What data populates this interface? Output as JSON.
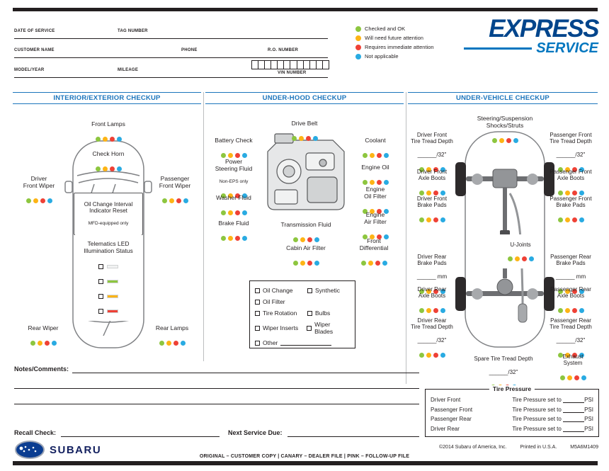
{
  "header": {
    "fields": {
      "date_of_service": "DATE OF SERVICE",
      "tag_number": "TAG NUMBER",
      "customer_name": "CUSTOMER NAME",
      "phone": "PHONE",
      "ro_number": "R.O. NUMBER",
      "model_year": "MODEL/YEAR",
      "mileage": "MILEAGE",
      "vin_number": "VIN NUMBER"
    },
    "logo": {
      "express": "EXPRESS",
      "service": "SERVICE"
    }
  },
  "legend": {
    "items": [
      {
        "label": "Checked and OK",
        "color": "#8dc63f"
      },
      {
        "label": "Will need future attention",
        "color": "#fdb415"
      },
      {
        "label": "Requires immediate attention",
        "color": "#ef4136"
      },
      {
        "label": "Not applicable",
        "color": "#29abe2"
      }
    ]
  },
  "interior": {
    "title": "INTERIOR/EXTERIOR CHECKUP",
    "front_lamps": "Front Lamps",
    "check_horn": "Check Horn",
    "driver_front_wiper": "Driver\nFront Wiper",
    "passenger_front_wiper": "Passenger\nFront Wiper",
    "oil_reset_main": "Oil Change Interval\nIndicator Reset",
    "oil_reset_sub": "MFD-equipped only",
    "telematics_label": "Telematics LED\nIllumination Status",
    "telematics_leds": [
      "#f1f2f2",
      "#8dc63f",
      "#fdb415",
      "#ef4136"
    ],
    "rear_wiper": "Rear Wiper",
    "rear_lamps": "Rear Lamps"
  },
  "underhood": {
    "title": "UNDER-HOOD CHECKUP",
    "drive_belt": "Drive Belt",
    "battery_check": "Battery Check",
    "power_steering": "Power\nSteering Fluid",
    "power_steering_sub": "Non-EPS only",
    "washer_fluid": "Washer Fluid",
    "brake_fluid": "Brake Fluid",
    "coolant": "Coolant",
    "engine_oil": "Engine Oil",
    "engine_oil_filter": "Engine\nOil Filter",
    "engine_air_filter": "Engine\nAir Filter",
    "transmission_fluid": "Transmission Fluid",
    "front_differential": "Front\nDifferential",
    "cabin_air_filter": "Cabin Air Filter",
    "services": {
      "oil_change": "Oil Change",
      "synthetic": "Synthetic",
      "oil_filter": "Oil Filter",
      "tire_rotation": "Tire Rotation",
      "bulbs": "Bulbs",
      "wiper_inserts": "Wiper Inserts",
      "wiper_blades": "Wiper Blades",
      "other": "Other"
    }
  },
  "undervehicle": {
    "title": "UNDER-VEHICLE CHECKUP",
    "steering": "Steering/Suspension\nShocks/Struts",
    "items": {
      "driver_front_tread": "Driver Front\nTire Tread Depth",
      "driver_front_axle": "Driver Front\nAxle Boots",
      "driver_front_brake": "Driver Front\nBrake Pads",
      "driver_rear_brake": "Driver Rear\nBrake Pads",
      "driver_rear_axle": "Driver Rear\nAxle Boots",
      "driver_rear_tread": "Driver Rear\nTire Tread Depth",
      "passenger_front_tread": "Passenger Front\nTire Tread Depth",
      "passenger_front_axle": "Passenger Front\nAxle Boots",
      "passenger_front_brake": "Passenger Front\nBrake Pads",
      "passenger_rear_brake": "Passenger Rear\nBrake Pads",
      "passenger_rear_axle": "Passenger Rear\nAxle Boots",
      "passenger_rear_tread": "Passenger Rear\nTire Tread Depth",
      "u_joints": "U-Joints",
      "spare": "Spare Tire Tread Depth",
      "exhaust": "Exhaust\nSystem"
    },
    "measure_32": "______/32\"",
    "measure_mm": "______ mm"
  },
  "tire_pressure": {
    "title": "Tire Pressure",
    "rows": [
      {
        "position": "Driver Front"
      },
      {
        "position": "Passenger Front"
      },
      {
        "position": "Passenger Rear"
      },
      {
        "position": "Driver Rear"
      }
    ],
    "set_label": "Tire Pressure set to",
    "unit": "PSI"
  },
  "notes": {
    "label": "Notes/Comments:"
  },
  "recall": {
    "label": "Recall Check:",
    "next_service": "Next Service Due:"
  },
  "footer": {
    "brand": "SUBARU",
    "copies": "ORIGINAL – CUSTOMER COPY   |   CANARY – DEALER FILE   |   PINK – FOLLOW-UP FILE",
    "copyright": "©2014 Subaru of America, Inc.",
    "printed": "Printed in U.S.A.",
    "code": "M5A6M1409"
  }
}
